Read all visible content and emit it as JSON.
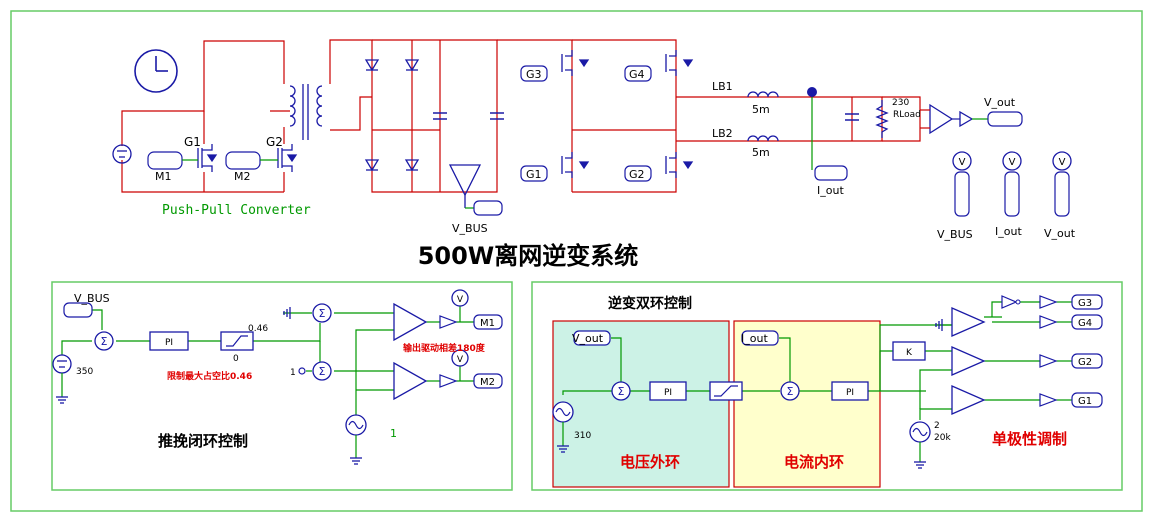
{
  "title": "500W离网逆变系统",
  "top_section": {
    "label": "Push-Pull Converter",
    "devices": {
      "g1": "G1",
      "g2": "G2",
      "g3": "G3",
      "g4": "G4",
      "m1": "M1",
      "m2": "M2",
      "lb1": "LB1",
      "lb2": "LB2",
      "l1_value": "5m",
      "l2_value": "5m",
      "rload_value": "230",
      "rload_name": "RLoad"
    },
    "probes": {
      "v_bus": "V_BUS",
      "v_out": "V_out",
      "i_out": "I_out"
    },
    "meters": {
      "v_bus": "V_BUS",
      "i_out": "I_out",
      "v_out": "V_out"
    }
  },
  "panel_left": {
    "title": "推挽闭环控制",
    "v_bus_label": "V_BUS",
    "pi_label": "PI",
    "limiter_upper": "0.46",
    "limiter_lower": "0",
    "limit_note": "限制最大占空比0.46",
    "source_value": "350",
    "const_value": "1",
    "phase_note": "输出驱动相差180度",
    "m1": "M1",
    "m2": "M2",
    "carrier_value": "1"
  },
  "panel_right": {
    "title": "逆变双环控制",
    "outer_loop_title": "电压外环",
    "inner_loop_title": "电流内环",
    "modulation_title": "单极性调制",
    "v_out_label": "V_out",
    "i_out_label": "I_out",
    "pi_label_1": "PI",
    "pi_label_2": "PI",
    "k_label": "K",
    "sine_value": "310",
    "carrier_values": [
      "2",
      "20k"
    ],
    "g1": "G1",
    "g2": "G2",
    "g3": "G3",
    "g4": "G4"
  },
  "colors": {
    "frame": "#66cc66",
    "wire_power": "#cc0000",
    "wire_signal": "#009900",
    "component": "#1a1aa6",
    "panel_outer_fill": "#ccf2e6",
    "panel_inner_fill": "#ffffcc",
    "annotation_red": "#e00000"
  }
}
